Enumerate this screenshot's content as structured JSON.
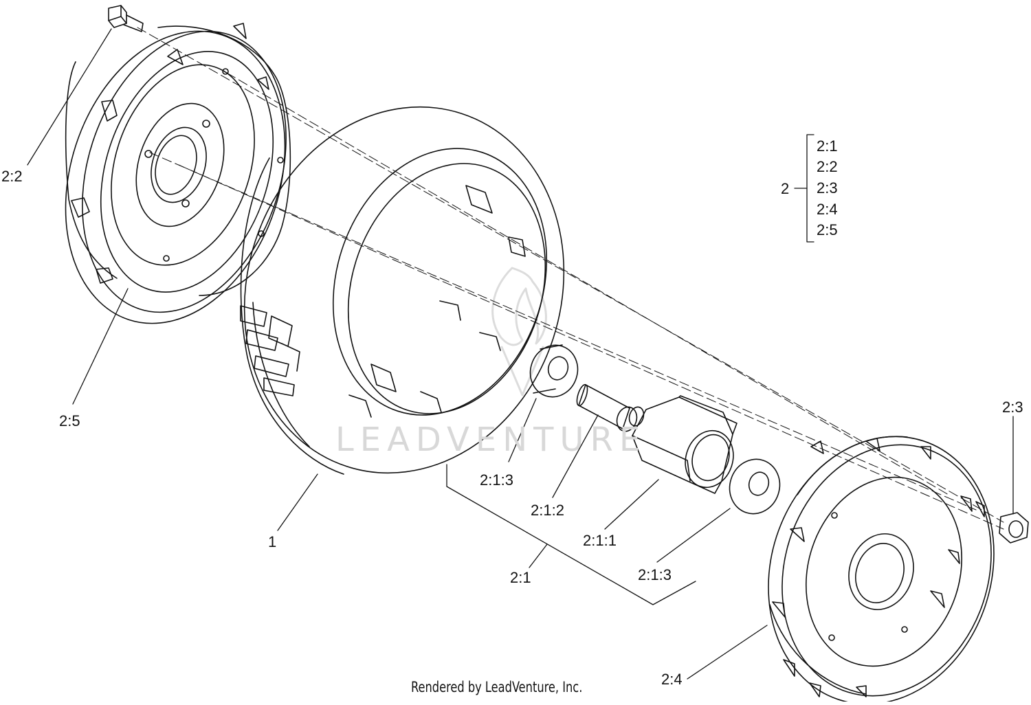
{
  "callouts": {
    "c_2_2": "2:2",
    "c_2_5": "2:5",
    "c_1": "1",
    "c_2_1_3_a": "2:1:3",
    "c_2_1_2": "2:1:2",
    "c_2_1_1": "2:1:1",
    "c_2_1_3_b": "2:1:3",
    "c_2_1": "2:1",
    "c_2_3": "2:3",
    "c_2_4": "2:4"
  },
  "kit_legend": {
    "parent": "2",
    "items": [
      "2:1",
      "2:2",
      "2:3",
      "2:4",
      "2:5"
    ]
  },
  "watermark": {
    "text": "LEADVENTURE"
  },
  "footer": {
    "credit": "Rendered by LeadVenture, Inc."
  },
  "colors": {
    "line": "#111111",
    "watermark": "#d8d8d8"
  }
}
